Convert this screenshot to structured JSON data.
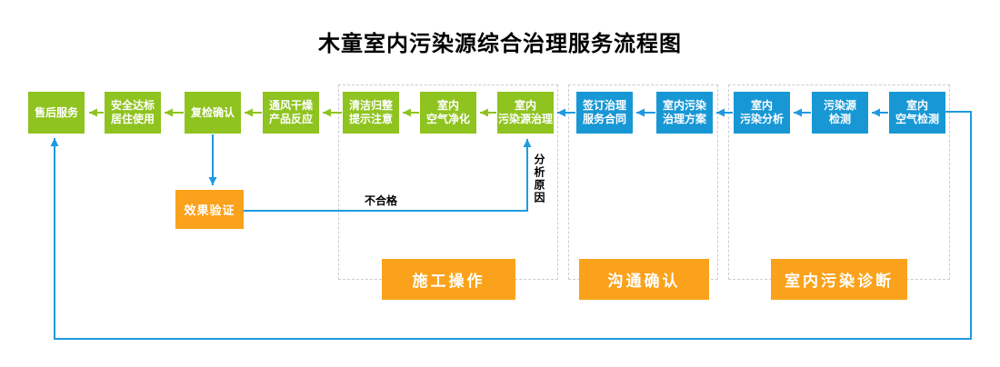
{
  "title": "木童室内污染源综合治理服务流程图",
  "colors": {
    "node_green": "#8FC31F",
    "node_blue": "#1897D5",
    "label_orange": "#FAA21B",
    "wire_blue": "#1E9AE0",
    "group_dash_gray": "#cccccc"
  },
  "nodes": [
    {
      "id": "after-sales-service",
      "label": "售后服务",
      "color": "#8FC31F"
    },
    {
      "id": "safe-standard-occupancy",
      "label": "安全达标\n居住使用",
      "color": "#8FC31F"
    },
    {
      "id": "recheck-confirmation",
      "label": "复检确认",
      "color": "#8FC31F"
    },
    {
      "id": "ventilation-product-react",
      "label": "通风干燥\n产品反应",
      "color": "#8FC31F"
    },
    {
      "id": "cleanup-reminder",
      "label": "清洁归整\n提示注意",
      "color": "#8FC31F"
    },
    {
      "id": "indoor-air-purification",
      "label": "室内\n空气净化",
      "color": "#8FC31F"
    },
    {
      "id": "pollution-source-treatment",
      "label": "室内\n污染源治理",
      "color": "#8FC31F"
    },
    {
      "id": "sign-service-contract",
      "label": "签订治理\n服务合同",
      "color": "#1897D5"
    },
    {
      "id": "treatment-plan",
      "label": "室内污染\n治理方案",
      "color": "#1897D5"
    },
    {
      "id": "indoor-pollution-analysis",
      "label": "室内\n污染分析",
      "color": "#1897D5"
    },
    {
      "id": "pollution-source-detection",
      "label": "污染源\n检测",
      "color": "#1897D5"
    },
    {
      "id": "indoor-air-detection",
      "label": "室内\n空气检测",
      "color": "#1897D5"
    }
  ],
  "verify_node": {
    "id": "effect-verification",
    "label": "效果验证",
    "color": "#FAA21B"
  },
  "groups": [
    {
      "id": "construction-operation",
      "label": "施工操作"
    },
    {
      "id": "communication-confirmation",
      "label": "沟通确认"
    },
    {
      "id": "indoor-pollution-diagnosis",
      "label": "室内污染诊断"
    }
  ],
  "edge_labels": {
    "fail": "不合格",
    "analyze_cause": "分析原因"
  },
  "edges": [
    {
      "from": "indoor-air-detection",
      "to": "pollution-source-detection"
    },
    {
      "from": "pollution-source-detection",
      "to": "indoor-pollution-analysis"
    },
    {
      "from": "indoor-pollution-analysis",
      "to": "treatment-plan"
    },
    {
      "from": "treatment-plan",
      "to": "sign-service-contract"
    },
    {
      "from": "sign-service-contract",
      "to": "pollution-source-treatment"
    },
    {
      "from": "pollution-source-treatment",
      "to": "indoor-air-purification"
    },
    {
      "from": "indoor-air-purification",
      "to": "cleanup-reminder"
    },
    {
      "from": "cleanup-reminder",
      "to": "ventilation-product-react"
    },
    {
      "from": "ventilation-product-react",
      "to": "recheck-confirmation"
    },
    {
      "from": "recheck-confirmation",
      "to": "safe-standard-occupancy"
    },
    {
      "from": "safe-standard-occupancy",
      "to": "after-sales-service"
    },
    {
      "from": "recheck-confirmation",
      "to": "effect-verification"
    },
    {
      "from": "effect-verification",
      "to": "pollution-source-treatment",
      "label": "不合格 / 分析原因"
    },
    {
      "from": "indoor-air-detection",
      "to": "after-sales-service",
      "note": "outer loop"
    }
  ]
}
